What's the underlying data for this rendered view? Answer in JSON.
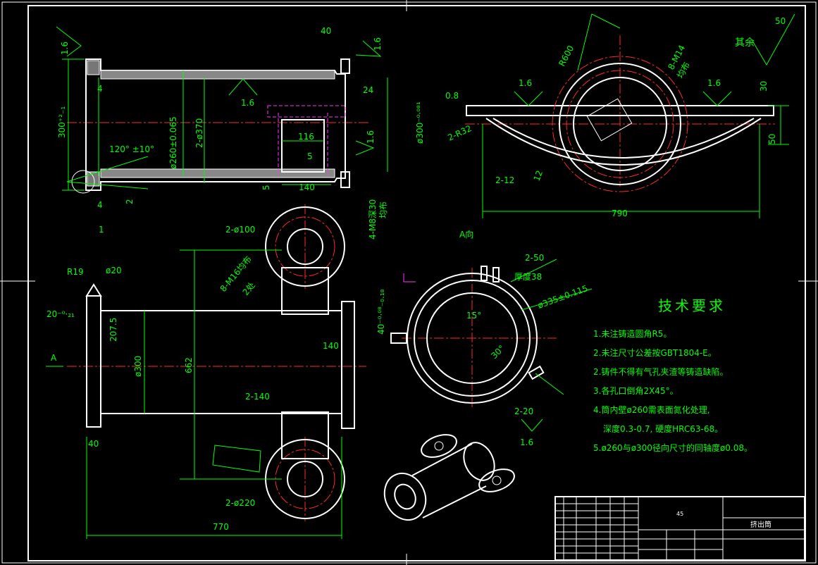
{
  "dims": {
    "d40": "40",
    "d16a": "1.6",
    "d16b": "1.6",
    "d16c": "1.6",
    "d16d": "1.6",
    "d16e": "1.6",
    "d16f": "1.6",
    "d16g": "1.6",
    "d4a": "4",
    "d4b": "4",
    "d1": "1",
    "d2": "2",
    "d300_top": "300⁺²₋₁",
    "phi260": "ø260±0.065",
    "phi370": "2-ø370",
    "angle120": "120° ±10°",
    "d116": "116",
    "d5a": "5",
    "d5b": "5",
    "d140a": "140",
    "d24": "24",
    "phi300tol": "ø300⁻⁰·⁰⁸¹",
    "d08": "0.8",
    "m8": "4-M8深30",
    "m8b": "均布",
    "r600": "R600",
    "m14": "8-M14",
    "m14b": "均布",
    "r32": "2-R32",
    "d212": "2-12",
    "d12": "12",
    "d30": "30",
    "d50": "50",
    "d790": "790",
    "phi100": "2-ø100",
    "m16": "8-M16均布",
    "m16b": "2处",
    "a_dir": "A向",
    "r19": "R19",
    "phi20": "ø20",
    "d20tol": "20⁻⁰·₂₁",
    "d2075": "207.5",
    "phi300": "ø300",
    "d662": "662",
    "d140b": "140",
    "d2140": "2-140",
    "label_a": "A",
    "d40b": "40",
    "phi220": "2-ø220",
    "d770": "770",
    "d250": "2-50",
    "thk38": "厚度38",
    "phi335": "ø335±0.115",
    "d40tol": "40⁻⁰·⁰⁸₋₀.₁₈",
    "deg15": "15°",
    "deg30": "30°",
    "d220": "2-20",
    "rough_rest": "其余",
    "rough_rest_val": "50"
  },
  "notes": {
    "title": "技术要求",
    "items": [
      "1.未注铸造圆角R5。",
      "2.未注尺寸公差按GBT1804-E。",
      "2.铸件不得有气孔夹渣等铸造缺陷。",
      "3.各孔口倒角2X45°。",
      "4.筒内壁ø260需表面氮化处理,",
      "深度0.3-0.7, 硬度HRC63-68。",
      "5.ø260与ø300径向尺寸的同轴度ø0.08。"
    ]
  },
  "titleblock": {
    "material": "45",
    "part_name": "挤出筒"
  }
}
